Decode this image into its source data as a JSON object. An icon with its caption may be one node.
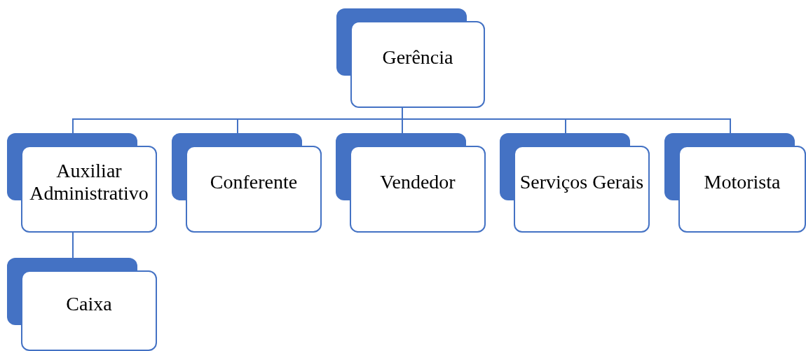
{
  "diagram": {
    "nodes": [
      {
        "text": [
          "Gerência"
        ]
      },
      {
        "text": [
          "Auxiliar Administrativo"
        ]
      },
      {
        "text": [
          "Conferente"
        ]
      },
      {
        "text": [
          "Vendedor"
        ]
      },
      {
        "text": [
          "Serviços Gerais"
        ]
      },
      {
        "text": [
          "Motorista"
        ]
      },
      {
        "text": [
          "Caixa"
        ]
      }
    ],
    "edges": [
      {
        "from": 0,
        "to": 1,
        "arrow": "none"
      },
      {
        "from": 0,
        "to": 2,
        "arrow": "none"
      },
      {
        "from": 0,
        "to": 3,
        "arrow": "none"
      },
      {
        "from": 0,
        "to": 4,
        "arrow": "none"
      },
      {
        "from": 0,
        "to": 5,
        "arrow": "none"
      },
      {
        "from": 1,
        "to": 6,
        "arrow": "none"
      }
    ]
  }
}
